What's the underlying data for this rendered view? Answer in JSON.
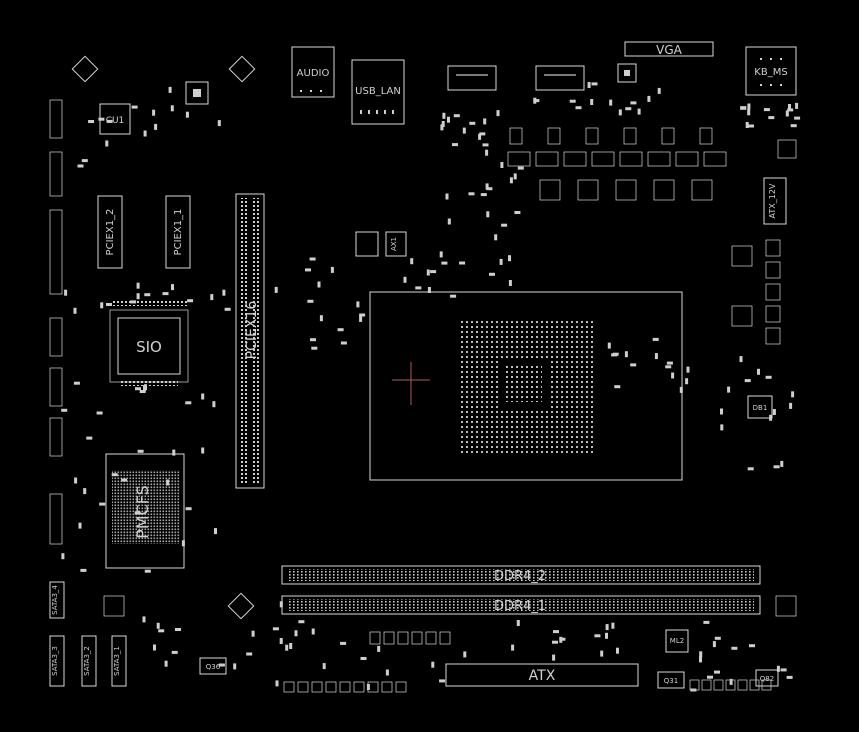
{
  "board": {
    "background": "#000000",
    "line_color": "#d9d9d9",
    "labels": {
      "vga": "VGA",
      "kb_ms": "KB_MS",
      "audio": "AUDIO",
      "usb_lan": "USB_LAN",
      "cu1": "CU1",
      "sio": "SIO",
      "pch": "PMCFS",
      "pciex16": "PCIEX16",
      "pciex1_2": "PCIEX1_2",
      "pciex1_1": "PCIEX1_1",
      "ddr4_2": "DDR4_2",
      "ddr4_1": "DDR4_1",
      "atx": "ATX",
      "atx_12v": "ATX_12V",
      "ax1": "AX1",
      "db1": "DB1",
      "ml2": "ML2",
      "q31": "Q31",
      "q36": "Q36",
      "q82": "Q82",
      "sata3_1": "SATA3_1",
      "sata3_2": "SATA3_2",
      "sata3_3": "SATA3_3",
      "sata3_4": "SATA3_4"
    }
  }
}
